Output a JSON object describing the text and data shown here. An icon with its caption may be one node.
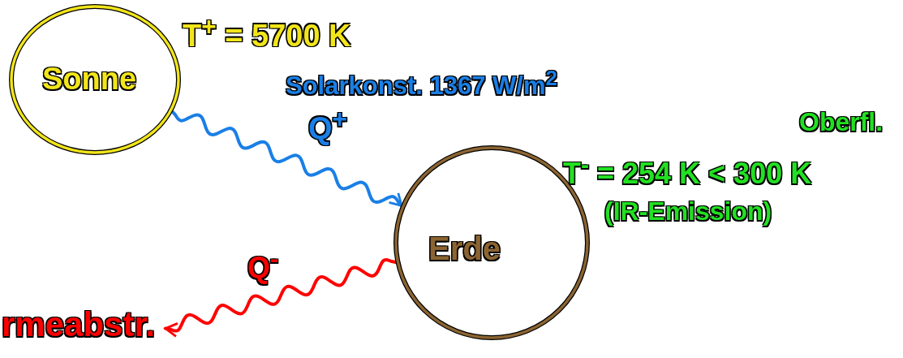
{
  "diagram": {
    "nodes": [
      {
        "text": [
          "Sonne"
        ],
        "beside": [
          "T$^{+}$ = 5700 K"
        ]
      },
      {
        "text": [
          "Erde"
        ]
      },
      {
        "text": [
          "rmeabstr."
        ]
      }
    ],
    "edges": [
      {
        "from": 0,
        "to": 1,
        "arrow": "to",
        "color": "#1a7fe6"
      },
      {
        "from": 1,
        "to": 2,
        "arrow": "to",
        "color": "#ff0000"
      }
    ],
    "labels": [
      "Solarkonst. 1367 W/m$^{2}$",
      "Q$^{+}$",
      "Oberfl.",
      "T$^{-}$ = 254 K < 300 K",
      "(IR-Emission)",
      "Q$^{-}$"
    ]
  }
}
